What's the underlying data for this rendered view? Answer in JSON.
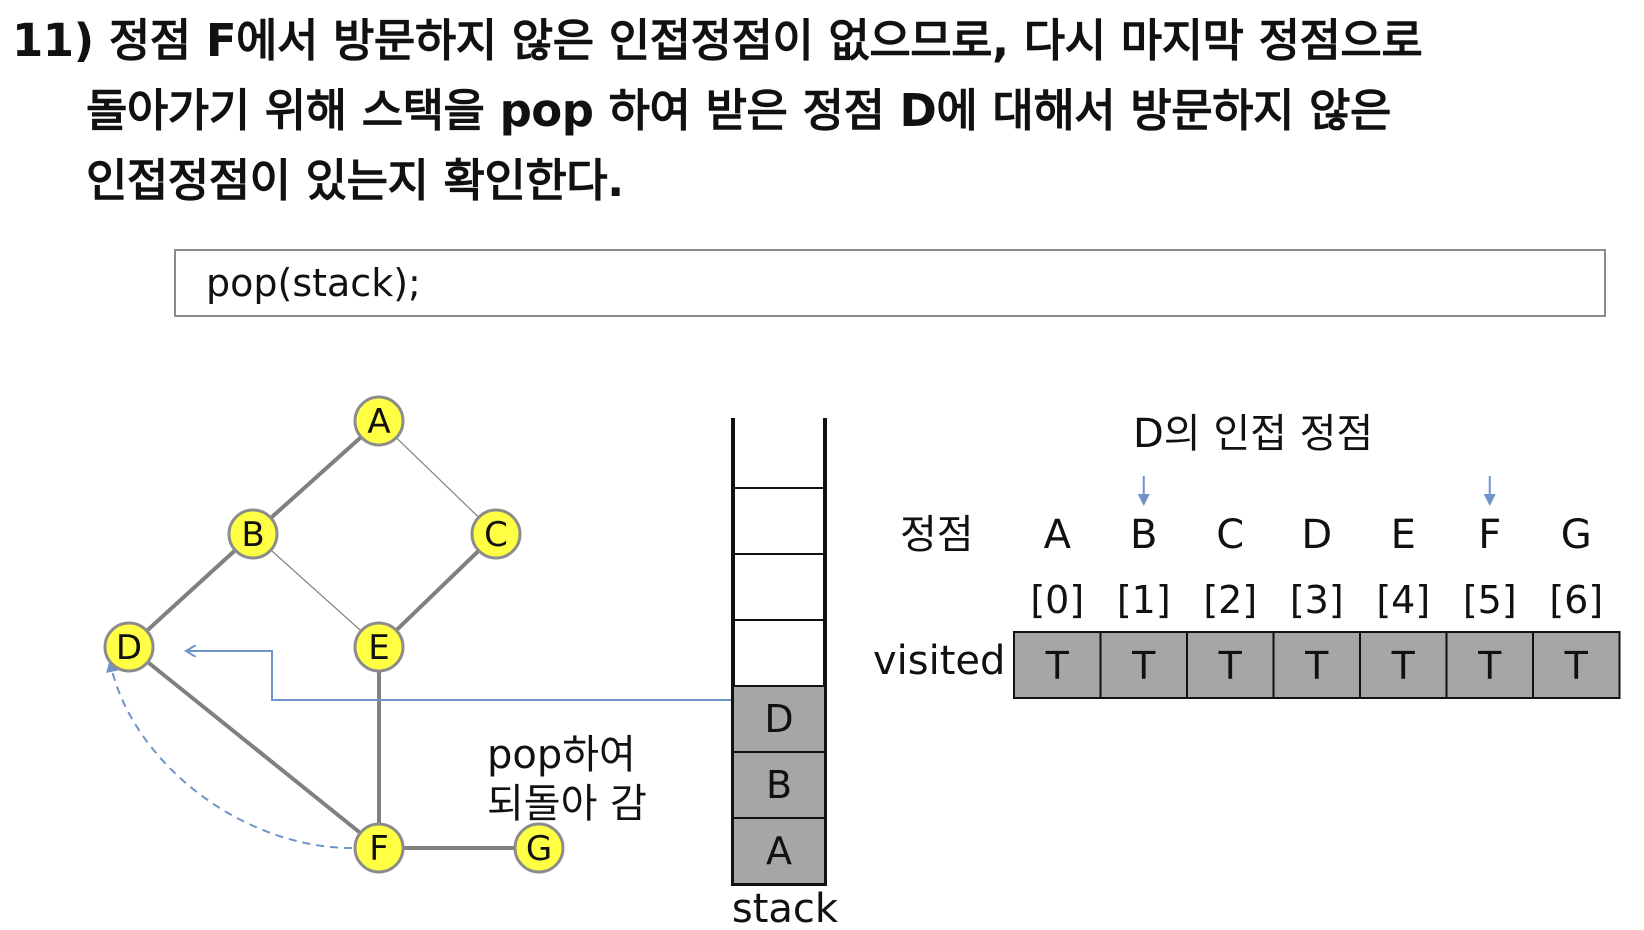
{
  "step": {
    "line1": "11) 정점 F에서 방문하지 않은 인접정점이 없으므로, 다시 마지막 정점으로",
    "line2": "돌아가기 위해 스택을 pop 하여 받은 정점 D에 대해서 방문하지 않은",
    "line3": "인접정점이 있는지 확인한다."
  },
  "code": "pop(stack);",
  "graph": {
    "nodes": [
      {
        "id": "A"
      },
      {
        "id": "B"
      },
      {
        "id": "C"
      },
      {
        "id": "D"
      },
      {
        "id": "E"
      },
      {
        "id": "F"
      },
      {
        "id": "G"
      }
    ],
    "edges": [
      {
        "from": "A",
        "to": "B",
        "traversed": true
      },
      {
        "from": "A",
        "to": "C",
        "traversed": false
      },
      {
        "from": "B",
        "to": "D",
        "traversed": true
      },
      {
        "from": "B",
        "to": "E",
        "traversed": false
      },
      {
        "from": "C",
        "to": "E",
        "traversed": true
      },
      {
        "from": "D",
        "to": "F",
        "traversed": true
      },
      {
        "from": "E",
        "to": "F",
        "traversed": true
      },
      {
        "from": "F",
        "to": "G",
        "traversed": true
      }
    ],
    "backtrack_label_1": "pop하여",
    "backtrack_label_2": "되돌아 감"
  },
  "stack": {
    "label": "stack",
    "items": [
      "A",
      "B",
      "D"
    ],
    "slots": 6
  },
  "adjacency": {
    "title": "D의 인접 정점",
    "row_label": "정점",
    "visited_label": "visited",
    "vertices": [
      "A",
      "B",
      "C",
      "D",
      "E",
      "F",
      "G"
    ],
    "indices": [
      "[0]",
      "[1]",
      "[2]",
      "[3]",
      "[4]",
      "[5]",
      "[6]"
    ],
    "visited": [
      "T",
      "T",
      "T",
      "T",
      "T",
      "T",
      "T"
    ],
    "highlighted": [
      "B",
      "F"
    ]
  },
  "colors": {
    "node_fill": "#ffff44",
    "edge_traversed": "#808080",
    "edge_thin": "#808080",
    "arrow": "#6f94c8",
    "cell_fill": "#a6a6a6"
  }
}
